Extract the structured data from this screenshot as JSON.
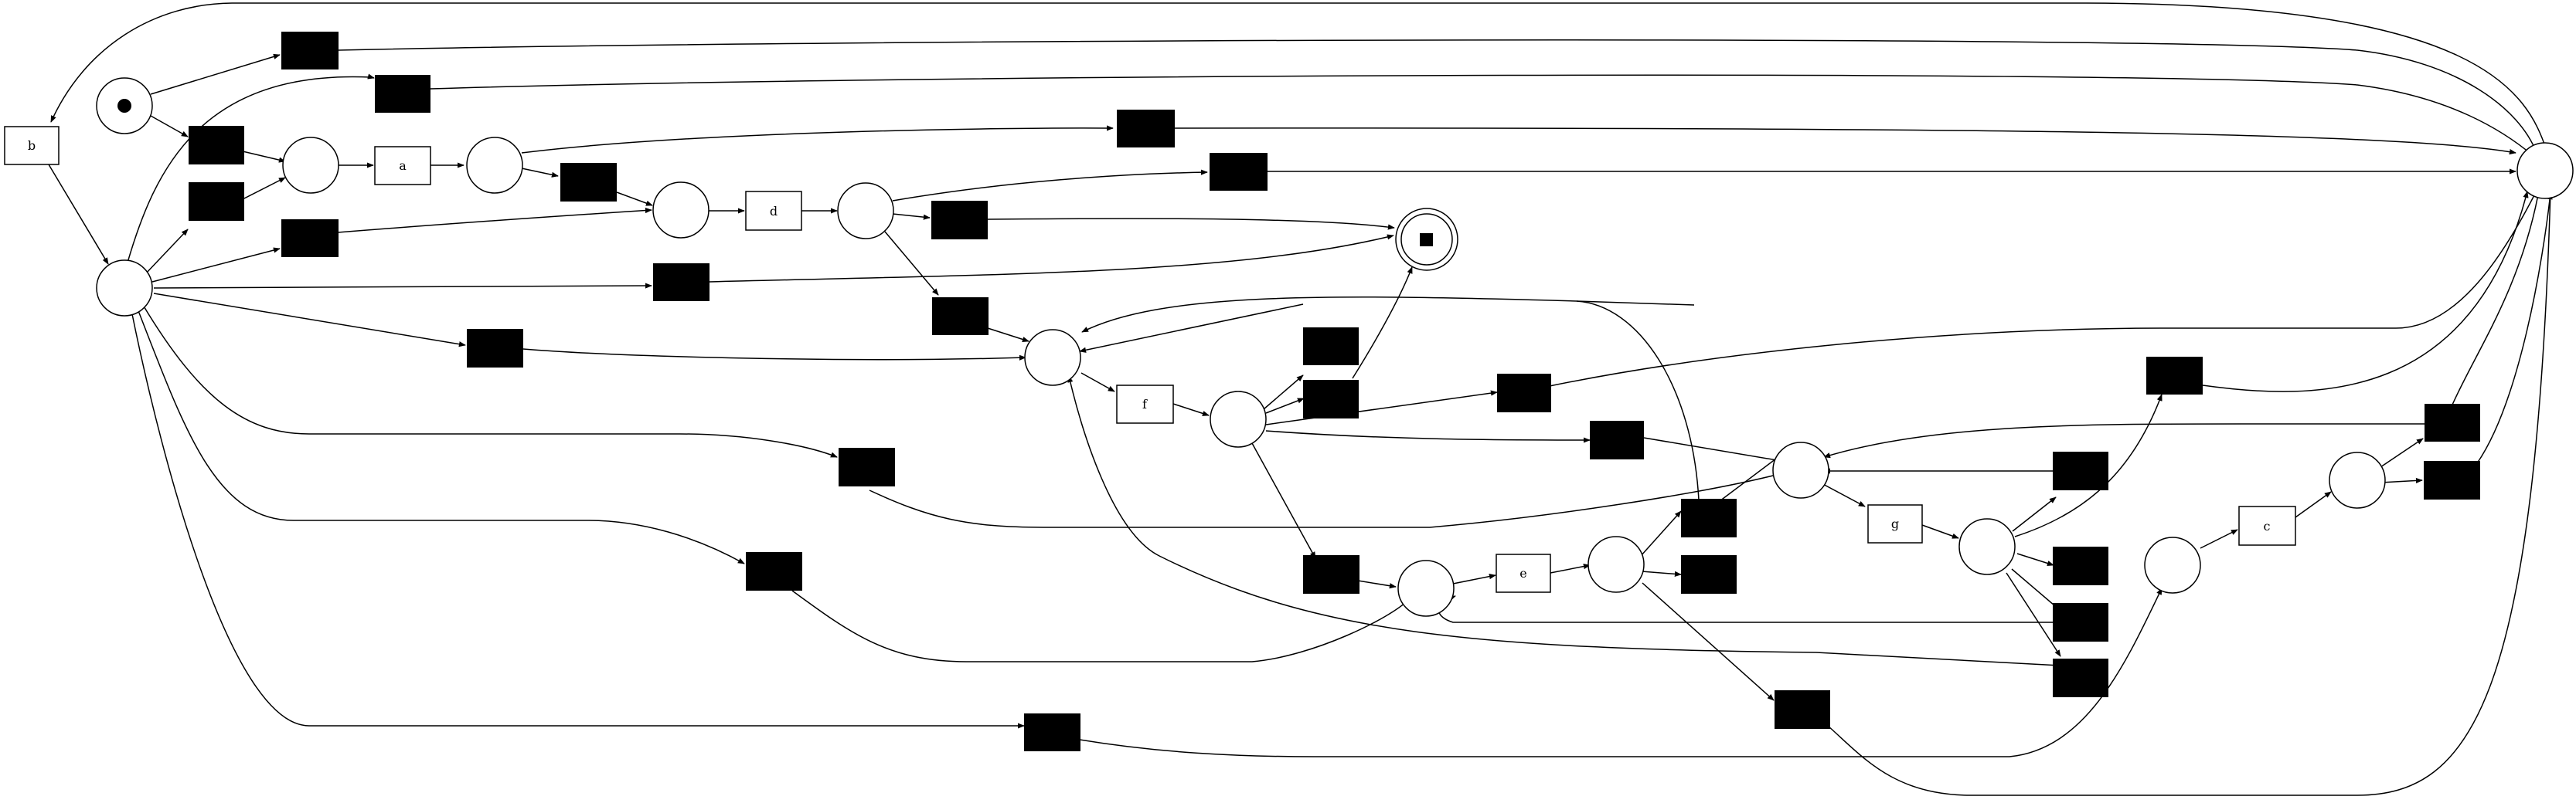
{
  "diagram": {
    "type": "petri-net",
    "colors": {
      "stroke": "#000000",
      "silent_transition": "#000000",
      "background": "#ffffff"
    },
    "places": [
      {
        "id": "source",
        "kind": "initial",
        "marking": "token"
      },
      {
        "id": "sink",
        "kind": "final"
      },
      {
        "id": "p_b_out"
      },
      {
        "id": "p_a_in"
      },
      {
        "id": "p_a_out"
      },
      {
        "id": "p_d_in"
      },
      {
        "id": "p_d_out"
      },
      {
        "id": "p_f_in"
      },
      {
        "id": "p_f_out"
      },
      {
        "id": "p_g_in"
      },
      {
        "id": "p_g_out"
      },
      {
        "id": "p_e_in"
      },
      {
        "id": "p_e_out"
      },
      {
        "id": "p_c_in"
      },
      {
        "id": "p_c_out"
      },
      {
        "id": "p_end"
      }
    ],
    "transitions": [
      {
        "id": "b",
        "label": "b"
      },
      {
        "id": "a",
        "label": "a"
      },
      {
        "id": "d",
        "label": "d"
      },
      {
        "id": "f",
        "label": "f"
      },
      {
        "id": "g",
        "label": "g"
      },
      {
        "id": "e",
        "label": "e"
      },
      {
        "id": "c",
        "label": "c"
      }
    ],
    "silent_transition_count": 30
  }
}
